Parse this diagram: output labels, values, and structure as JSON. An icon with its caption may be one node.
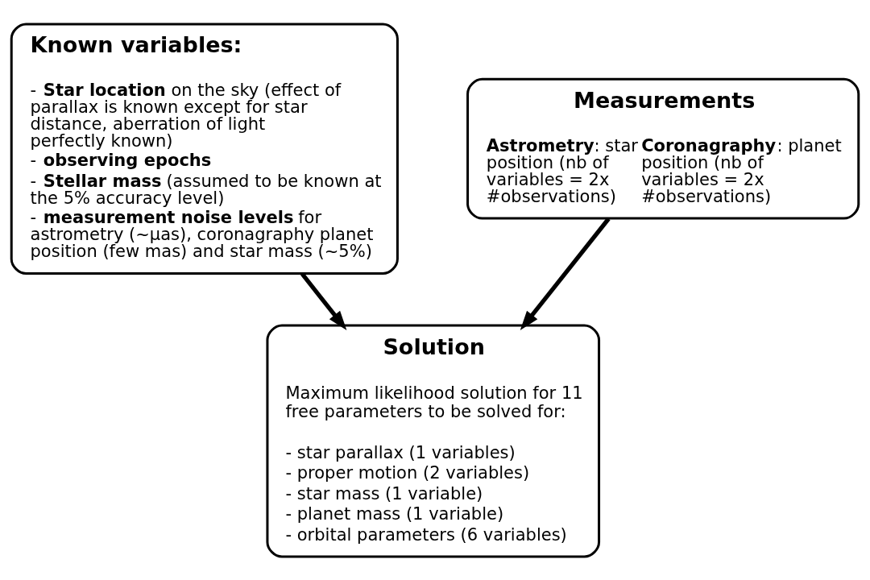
{
  "diagram": {
    "nodes": [
      {
        "text": [
          "Known variables:",
          "- **Star location** on the sky (effect of parallax is known except for star distance, aberration of light perfectly known)",
          "- **observing epochs**",
          "- **Stellar mass** (assumed to be known at the 5% accuracy level)",
          "- **measurement noise levels** for astrometry (~µas), coronagraphy planet position (few mas) and star mass (~5%)"
        ]
      },
      {
        "text": [
          "Measurements",
          "**Astrometry**: star position (nb of variables = 2x #observations)",
          "**Coronagraphy**: planet position (nb of variables = 2x #observations)"
        ]
      },
      {
        "text": [
          "Solution",
          "Maximum likelihood solution for 11 free parameters to be solved for:",
          "- star parallax (1 variables)",
          "- proper motion (2 variables)",
          "- star mass (1 variable)",
          "- planet mass (1 variable)",
          "- orbital parameters (6 variables)"
        ]
      }
    ],
    "edges": [
      {
        "from": 0,
        "to": 2,
        "arrow": "to"
      },
      {
        "from": 1,
        "to": 2,
        "arrow": "to"
      }
    ]
  }
}
